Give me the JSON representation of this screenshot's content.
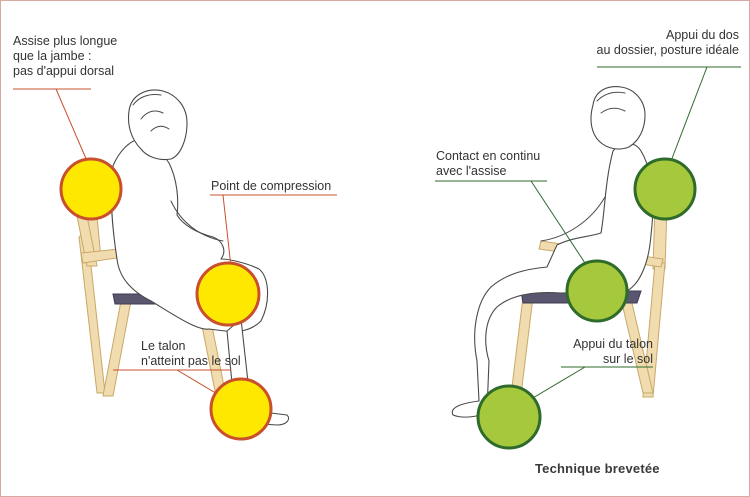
{
  "left_panel": {
    "label_backrest": [
      "Assise plus longue",
      "que la jambe :",
      "pas d'appui dorsal"
    ],
    "label_compression": "Point de compression",
    "label_heel": [
      "Le talon",
      "n'atteint pas le sol"
    ]
  },
  "right_panel": {
    "label_back": [
      "Appui du dos",
      "au dossier, posture idéale"
    ],
    "label_seat": [
      "Contact en continu",
      "avec l'assise"
    ],
    "label_heel": [
      "Appui du talon",
      "sur le sol"
    ]
  },
  "footer": "Technique brevetée",
  "colors": {
    "problem_fill": "#ffe800",
    "problem_stroke": "#c8502c",
    "problem_rule": "#c8502c",
    "good_fill": "#a6c83c",
    "good_stroke": "#2f6b2a",
    "good_rule": "#2f6b2a",
    "wood": "#f0dcae",
    "seat_fabric": "#5b5670"
  }
}
